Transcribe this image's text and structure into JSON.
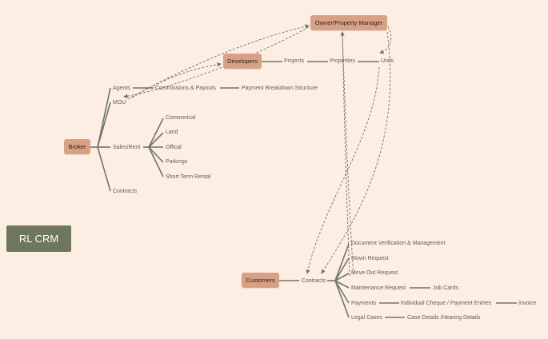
{
  "brand": {
    "logo_text": "RL CRM"
  },
  "nodes": {
    "owner": "Owner/Property Manager",
    "developers": "Developers",
    "broker": "Broker",
    "customers": "Customers"
  },
  "labels": {
    "projects": "Projects",
    "properties": "Properties",
    "units": "Units",
    "agents": "Agents",
    "mou": "MOU",
    "commissions": "Commissions & Payouts",
    "payment_breakdown": "Payment Breakdown Structure",
    "sales_rent": "Sales/Rent",
    "commerical": "Commerical",
    "land": "Land",
    "offical": "Offical",
    "parkings": "Parkings",
    "short_term": "Short Term Rental",
    "broker_contracts": "Contracts",
    "customer_contracts": "Contracts",
    "doc_verification": "Document Verification & Management",
    "movin": "Movin Request",
    "move_out": "Move Out Request",
    "maintenance": "Maintenance Request",
    "job_cards": "Job Cards",
    "payments": "Payments",
    "cheque": "Individual Cheque / Payment Entries",
    "invoice": "Invoice",
    "legal": "Legal Cases",
    "case_details": "Case Details /Hearing Details"
  },
  "colors": {
    "background": "#fdeee3",
    "node_fill": "#d8a085",
    "line": "#6e7660",
    "logo_fill": "#6e7660"
  }
}
